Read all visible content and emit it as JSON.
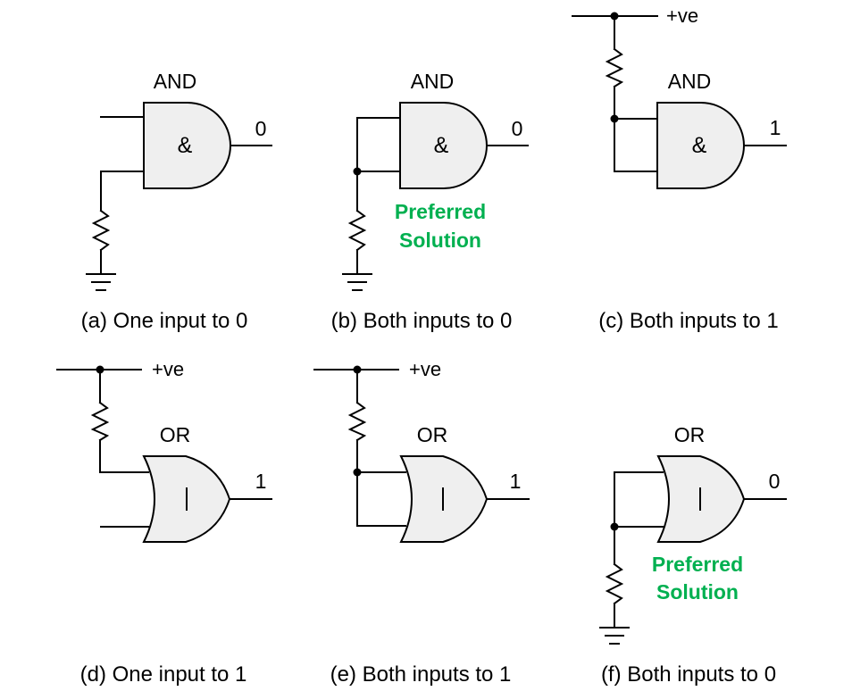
{
  "figure": {
    "accent_color": "#00b050",
    "gate_fill": "#efefef",
    "panels": [
      {
        "id": "a",
        "gate_type": "AND",
        "gate_symbol": "&",
        "output_value": "0",
        "caption": "(a) One input to 0",
        "tie": "one-input-pulldown-to-ground",
        "preferred": false
      },
      {
        "id": "b",
        "gate_type": "AND",
        "gate_symbol": "&",
        "output_value": "0",
        "caption": "(b) Both inputs to 0",
        "tie": "both-inputs-pulldown-to-ground",
        "preferred": true,
        "note_line1": "Preferred",
        "note_line2": "Solution"
      },
      {
        "id": "c",
        "gate_type": "AND",
        "gate_symbol": "&",
        "output_value": "1",
        "caption": "(c) Both inputs to 1",
        "tie": "both-inputs-pullup-to-supply",
        "rail_label": "+ve",
        "preferred": false
      },
      {
        "id": "d",
        "gate_type": "OR",
        "gate_symbol": "|",
        "output_value": "1",
        "caption": "(d) One input to 1",
        "tie": "one-input-pullup-to-supply",
        "rail_label": "+ve",
        "preferred": false
      },
      {
        "id": "e",
        "gate_type": "OR",
        "gate_symbol": "|",
        "output_value": "1",
        "caption": "(e) Both inputs to 1",
        "tie": "both-inputs-pullup-to-supply",
        "rail_label": "+ve",
        "preferred": false
      },
      {
        "id": "f",
        "gate_type": "OR",
        "gate_symbol": "|",
        "output_value": "0",
        "caption": "(f) Both inputs to 0",
        "tie": "both-inputs-pulldown-to-ground",
        "preferred": true,
        "note_line1": "Preferred",
        "note_line2": "Solution"
      }
    ]
  }
}
